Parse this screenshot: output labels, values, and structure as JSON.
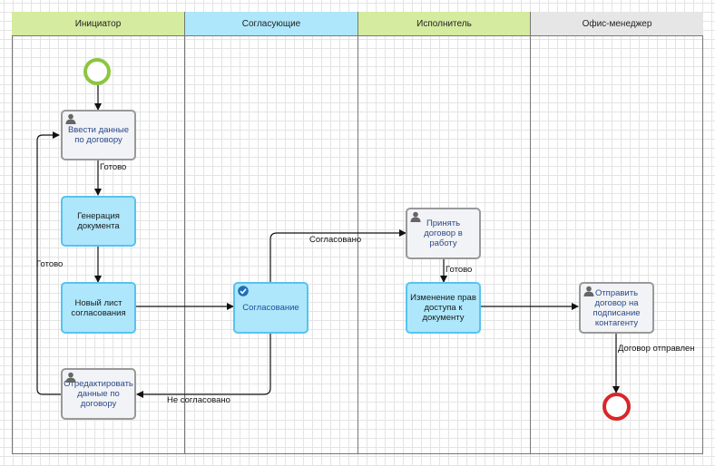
{
  "lanes": [
    {
      "title": "Инициатор",
      "color": "#d5eba0"
    },
    {
      "title": "Согласующие",
      "color": "#aee7fb"
    },
    {
      "title": "Исполнитель",
      "color": "#d5eba0"
    },
    {
      "title": "Офис-менеджер",
      "color": "#e6e6e6"
    }
  ],
  "tasks": {
    "enter_data": "Ввести данные по договору",
    "generate_doc": "Генерация документа",
    "new_sheet": "Новый лист согласования",
    "edit_data": "Отредактировать данные по договору",
    "approval": "Согласование",
    "accept_contract": "Принять договор в работу",
    "change_access": "Изменение прав доступа к документу",
    "send_contract": "Отправить договор на подписание контагенту"
  },
  "edge_labels": {
    "ready_1": "Готово",
    "ready_loop": "Готово",
    "approved": "Согласовано",
    "not_approved": "Не согласовано",
    "ready_2": "Готово",
    "sent": "Договор отправлен"
  },
  "events": {
    "start_color": "#8cc63f",
    "end_color": "#d9262a"
  },
  "icons": {
    "user_task": "user-icon",
    "approval_task": "checkmark-icon"
  }
}
